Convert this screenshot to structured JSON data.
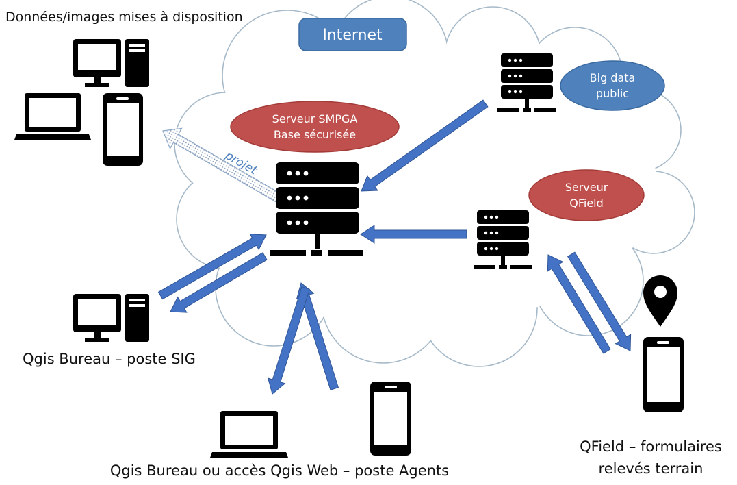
{
  "titles": {
    "top_left": "Données/images mises à disposition",
    "qgis_bureau": "Qgis Bureau – poste SIG",
    "agents": "Qgis Bureau ou accès Qgis Web – poste Agents",
    "qfield_line1": "QField – formulaires",
    "qfield_line2": "relevés terrain"
  },
  "cloud": {
    "label": "Internet",
    "fill": "#ffffff",
    "stroke": "#a6b9c8"
  },
  "badges": {
    "serveur_smpga": [
      "Serveur SMPGA",
      "Base sécurisée"
    ],
    "big_data": [
      "Big data",
      "public"
    ],
    "serveur_qfield": [
      "Serveur",
      "QField"
    ]
  },
  "arrow_label": "projet",
  "colors": {
    "arrow_fill": "#4472c4",
    "arrow_stroke": "#2f5597",
    "red_badge": "#c0504d",
    "red_badge_stroke": "#a33b38",
    "blue_badge": "#4f81bd",
    "blue_badge_stroke": "#3a6aa0",
    "icon": "#000000",
    "dotted_arrow_stroke": "#8fa8c8"
  },
  "icons": [
    "server-icon",
    "desktop-icon",
    "laptop-icon",
    "smartphone-icon",
    "location-pin-icon"
  ]
}
